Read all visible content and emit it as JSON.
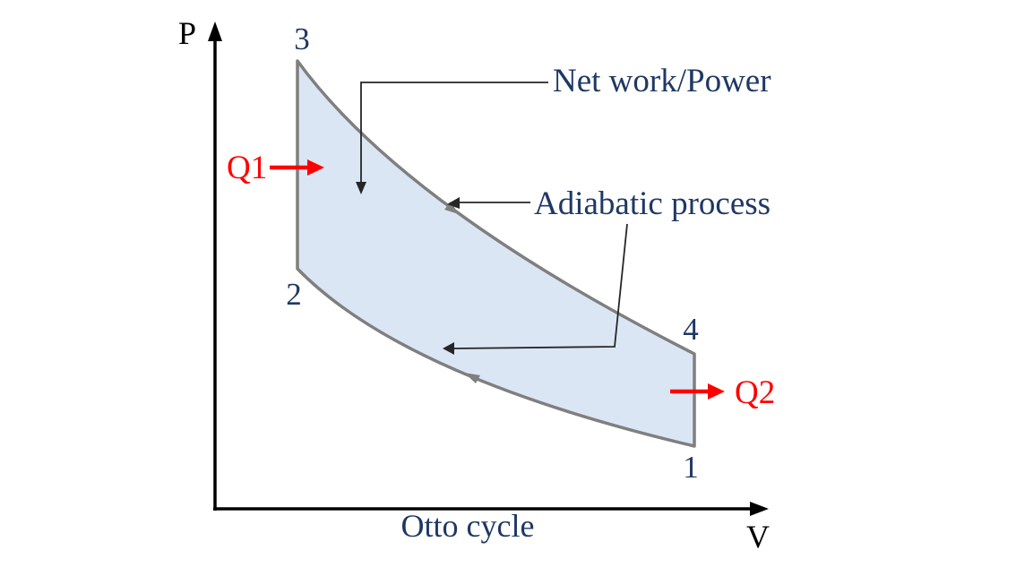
{
  "diagram": {
    "title": "Otto cycle",
    "axes": {
      "y_label": "P",
      "x_label": "V"
    },
    "annotations": {
      "net_work": "Net work/Power",
      "adiabatic": "Adiabatic process",
      "heat_in": "Q1",
      "heat_out": "Q2"
    },
    "state_points": {
      "p1": "1",
      "p2": "2",
      "p3": "3",
      "p4": "4"
    },
    "colors": {
      "text_blue": "#1f3864",
      "heat_red": "#ff0000",
      "curve_gray": "#7f7f7f",
      "region_fill": "#dbe6f5",
      "axis_black": "#000000"
    }
  }
}
